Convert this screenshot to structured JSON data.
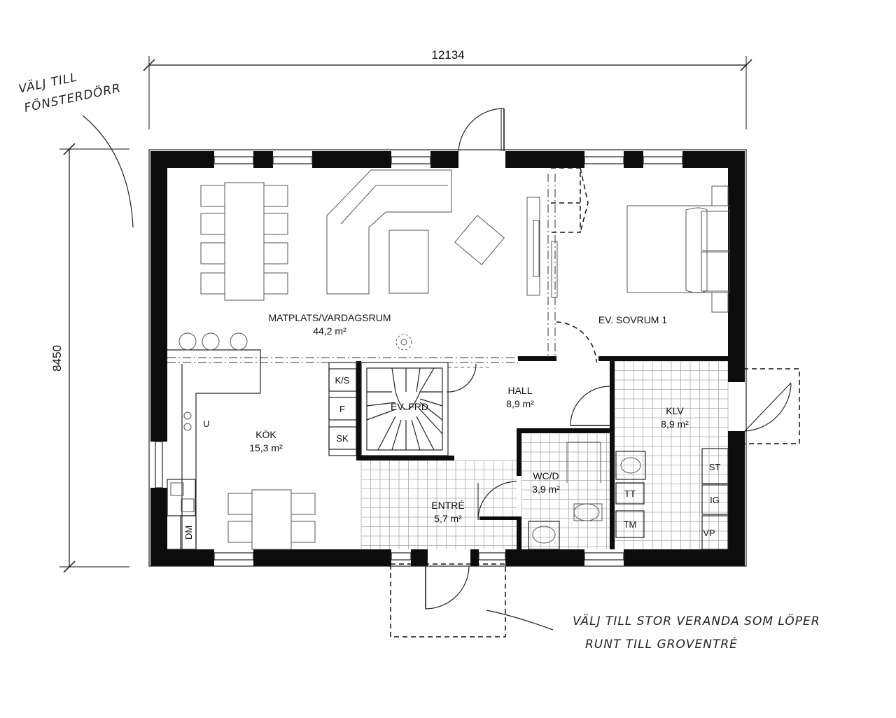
{
  "dimensions": {
    "width": "12134",
    "height": "8450"
  },
  "rooms": [
    {
      "name": "MATPLATS/VARDAGSRUM",
      "area": "44,2 m²"
    },
    {
      "name": "EV. SOVRUM 1",
      "area": ""
    },
    {
      "name": "KÖK",
      "area": "15,3 m²"
    },
    {
      "name": "HALL",
      "area": "8,9 m²"
    },
    {
      "name": "KLV",
      "area": "8,9 m²"
    },
    {
      "name": "WC/D",
      "area": "3,9 m²"
    },
    {
      "name": "ENTRÉ",
      "area": "5,7 m²"
    },
    {
      "name": "EV. FRD",
      "area": ""
    }
  ],
  "fixtures": {
    "ks": "K/S",
    "f": "F",
    "sk": "SK",
    "st": "ST",
    "ig": "IG",
    "vp": "VP",
    "tt": "TT",
    "tm": "TM",
    "dm": "DM",
    "u": "U"
  },
  "notes": {
    "window_door_line1": "VÄLJ TILL",
    "window_door_line2": "FÖNSTERDÖRR",
    "veranda_line1": "VÄLJ TILL STOR VERANDA SOM LÖPER",
    "veranda_line2": "RUNT TILL GROVENTRÉ"
  },
  "colors": {
    "wall": "#0d0d0d",
    "ink": "#111111",
    "tile": "#aaaaaa"
  }
}
